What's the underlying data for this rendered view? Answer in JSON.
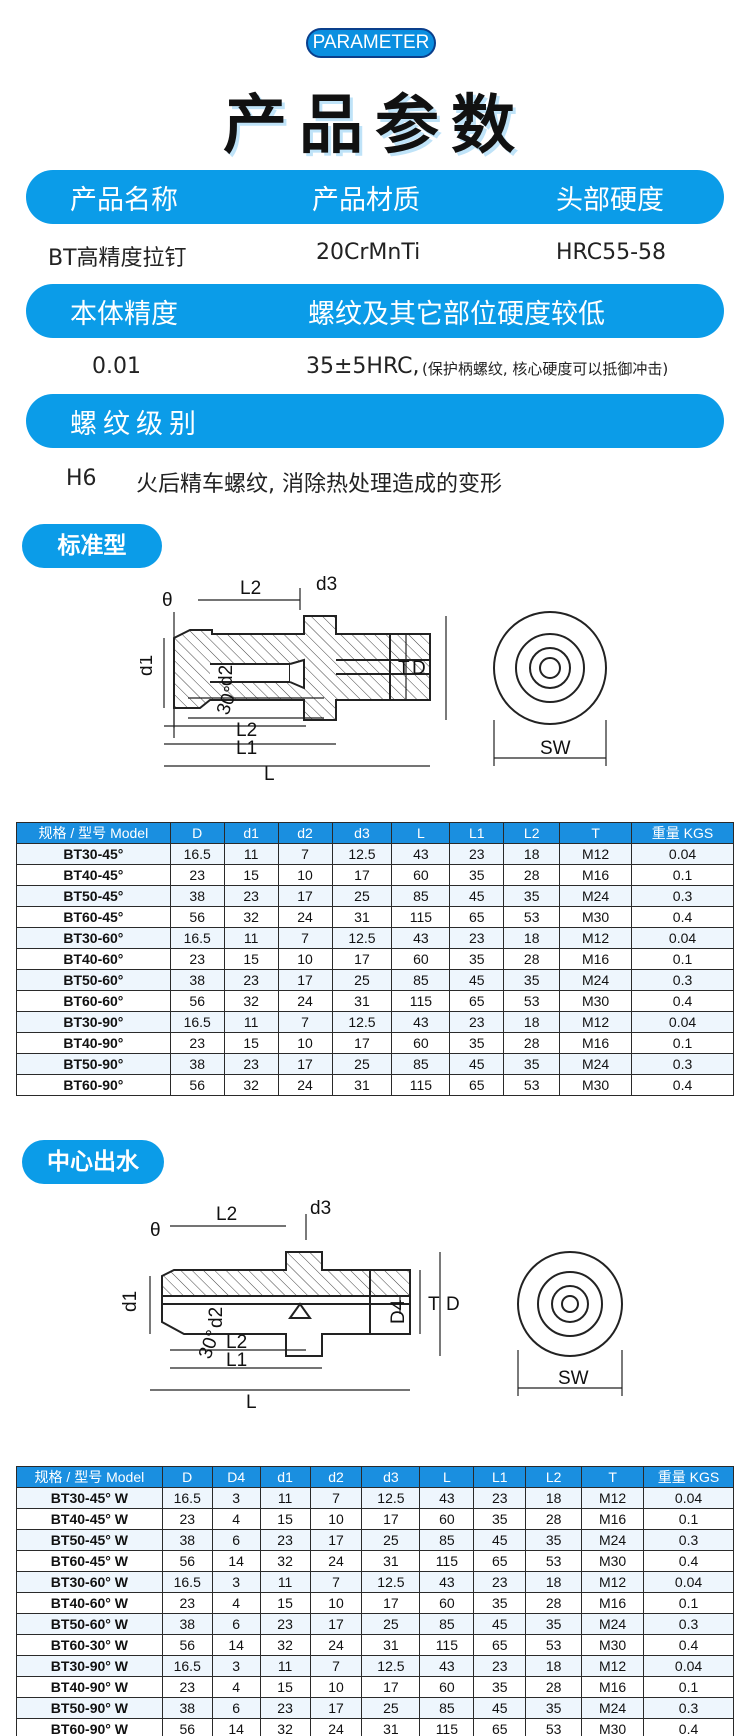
{
  "header": {
    "badge": "PARAMETER",
    "title": "产品参数"
  },
  "params": {
    "bar1": {
      "c1": "产品名称",
      "c2": "产品材质",
      "c3": "头部硬度"
    },
    "row1": {
      "c1": "BT高精度拉钉",
      "c2": "20CrMnTi",
      "c3": "HRC55-58"
    },
    "bar2": {
      "c1": "本体精度",
      "c2": "螺纹及其它部位硬度较低"
    },
    "row2": {
      "c1": "0.01",
      "c2": "35±5HRC,",
      "c2_note": "(保护柄螺纹, 核心硬度可以抵御冲击)"
    },
    "bar3": {
      "c1": "螺纹级别"
    },
    "row3": {
      "c1": "H6",
      "c2": "火后精车螺纹, 消除热处理造成的变形"
    }
  },
  "standard": {
    "label": "标准型",
    "diagram": {
      "theta": "θ",
      "L2": "L2",
      "d3": "d3",
      "d1": "d1",
      "d2": "d2",
      "T": "T",
      "D": "D",
      "angle": "30°",
      "L2b": "L2",
      "L1": "L1",
      "L": "L",
      "SW": "SW"
    },
    "headers": [
      "规格 / 型号 Model",
      "D",
      "d1",
      "d2",
      "d3",
      "L",
      "L1",
      "L2",
      "T",
      "重量 KGS"
    ],
    "rows": [
      [
        "BT30-45°",
        "16.5",
        "11",
        "7",
        "12.5",
        "43",
        "23",
        "18",
        "M12",
        "0.04"
      ],
      [
        "BT40-45°",
        "23",
        "15",
        "10",
        "17",
        "60",
        "35",
        "28",
        "M16",
        "0.1"
      ],
      [
        "BT50-45°",
        "38",
        "23",
        "17",
        "25",
        "85",
        "45",
        "35",
        "M24",
        "0.3"
      ],
      [
        "BT60-45°",
        "56",
        "32",
        "24",
        "31",
        "115",
        "65",
        "53",
        "M30",
        "0.4"
      ],
      [
        "BT30-60°",
        "16.5",
        "11",
        "7",
        "12.5",
        "43",
        "23",
        "18",
        "M12",
        "0.04"
      ],
      [
        "BT40-60°",
        "23",
        "15",
        "10",
        "17",
        "60",
        "35",
        "28",
        "M16",
        "0.1"
      ],
      [
        "BT50-60°",
        "38",
        "23",
        "17",
        "25",
        "85",
        "45",
        "35",
        "M24",
        "0.3"
      ],
      [
        "BT60-60°",
        "56",
        "32",
        "24",
        "31",
        "115",
        "65",
        "53",
        "M30",
        "0.4"
      ],
      [
        "BT30-90°",
        "16.5",
        "11",
        "7",
        "12.5",
        "43",
        "23",
        "18",
        "M12",
        "0.04"
      ],
      [
        "BT40-90°",
        "23",
        "15",
        "10",
        "17",
        "60",
        "35",
        "28",
        "M16",
        "0.1"
      ],
      [
        "BT50-90°",
        "38",
        "23",
        "17",
        "25",
        "85",
        "45",
        "35",
        "M24",
        "0.3"
      ],
      [
        "BT60-90°",
        "56",
        "32",
        "24",
        "31",
        "115",
        "65",
        "53",
        "M30",
        "0.4"
      ]
    ]
  },
  "coolant": {
    "label": "中心出水",
    "diagram": {
      "theta": "θ",
      "L2": "L2",
      "d3": "d3",
      "d1": "d1",
      "d2": "d2",
      "D4": "D4",
      "T": "T",
      "D": "D",
      "angle": "30°",
      "L2b": "L2",
      "L1": "L1",
      "L": "L",
      "SW": "SW"
    },
    "headers": [
      "规格 / 型号 Model",
      "D",
      "D4",
      "d1",
      "d2",
      "d3",
      "L",
      "L1",
      "L2",
      "T",
      "重量 KGS"
    ],
    "rows": [
      [
        "BT30-45°  W",
        "16.5",
        "3",
        "11",
        "7",
        "12.5",
        "43",
        "23",
        "18",
        "M12",
        "0.04"
      ],
      [
        "BT40-45°  W",
        "23",
        "4",
        "15",
        "10",
        "17",
        "60",
        "35",
        "28",
        "M16",
        "0.1"
      ],
      [
        "BT50-45°  W",
        "38",
        "6",
        "23",
        "17",
        "25",
        "85",
        "45",
        "35",
        "M24",
        "0.3"
      ],
      [
        "BT60-45°  W",
        "56",
        "14",
        "32",
        "24",
        "31",
        "115",
        "65",
        "53",
        "M30",
        "0.4"
      ],
      [
        "BT30-60°  W",
        "16.5",
        "3",
        "11",
        "7",
        "12.5",
        "43",
        "23",
        "18",
        "M12",
        "0.04"
      ],
      [
        "BT40-60°  W",
        "23",
        "4",
        "15",
        "10",
        "17",
        "60",
        "35",
        "28",
        "M16",
        "0.1"
      ],
      [
        "BT50-60°  W",
        "38",
        "6",
        "23",
        "17",
        "25",
        "85",
        "45",
        "35",
        "M24",
        "0.3"
      ],
      [
        "BT60-30°  W",
        "56",
        "14",
        "32",
        "24",
        "31",
        "115",
        "65",
        "53",
        "M30",
        "0.4"
      ],
      [
        "BT30-90°  W",
        "16.5",
        "3",
        "11",
        "7",
        "12.5",
        "43",
        "23",
        "18",
        "M12",
        "0.04"
      ],
      [
        "BT40-90°  W",
        "23",
        "4",
        "15",
        "10",
        "17",
        "60",
        "35",
        "28",
        "M16",
        "0.1"
      ],
      [
        "BT50-90°  W",
        "38",
        "6",
        "23",
        "17",
        "25",
        "85",
        "45",
        "35",
        "M24",
        "0.3"
      ],
      [
        "BT60-90°  W",
        "56",
        "14",
        "32",
        "24",
        "31",
        "115",
        "65",
        "53",
        "M30",
        "0.4"
      ]
    ]
  }
}
